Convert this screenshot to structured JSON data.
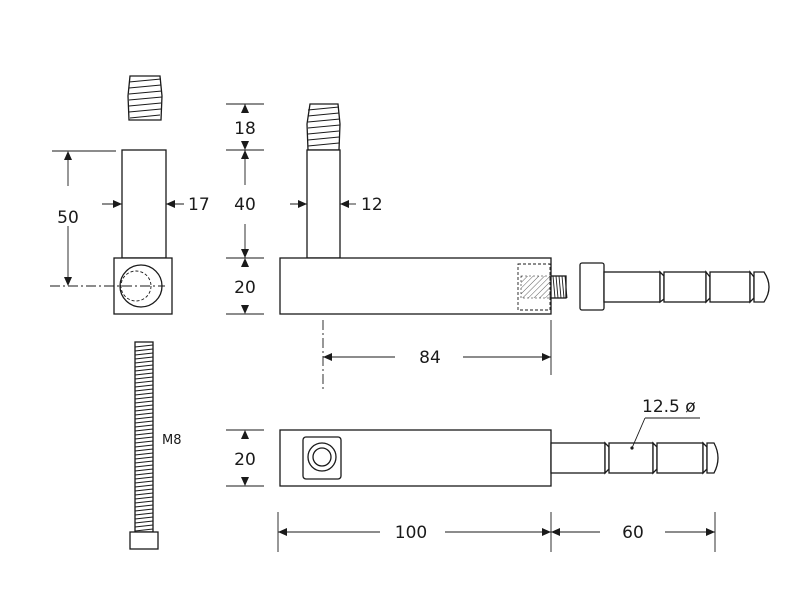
{
  "dimensions": {
    "left_height": "50",
    "left_width": "17",
    "thread_length": "18",
    "post_height": "40",
    "post_width": "12",
    "body_height": "20",
    "body_length_84": "84",
    "bolt_thread": "M8",
    "lower_body_height": "20",
    "lower_body_length": "100",
    "pin_length": "60",
    "pin_diameter": "12.5 ø"
  }
}
